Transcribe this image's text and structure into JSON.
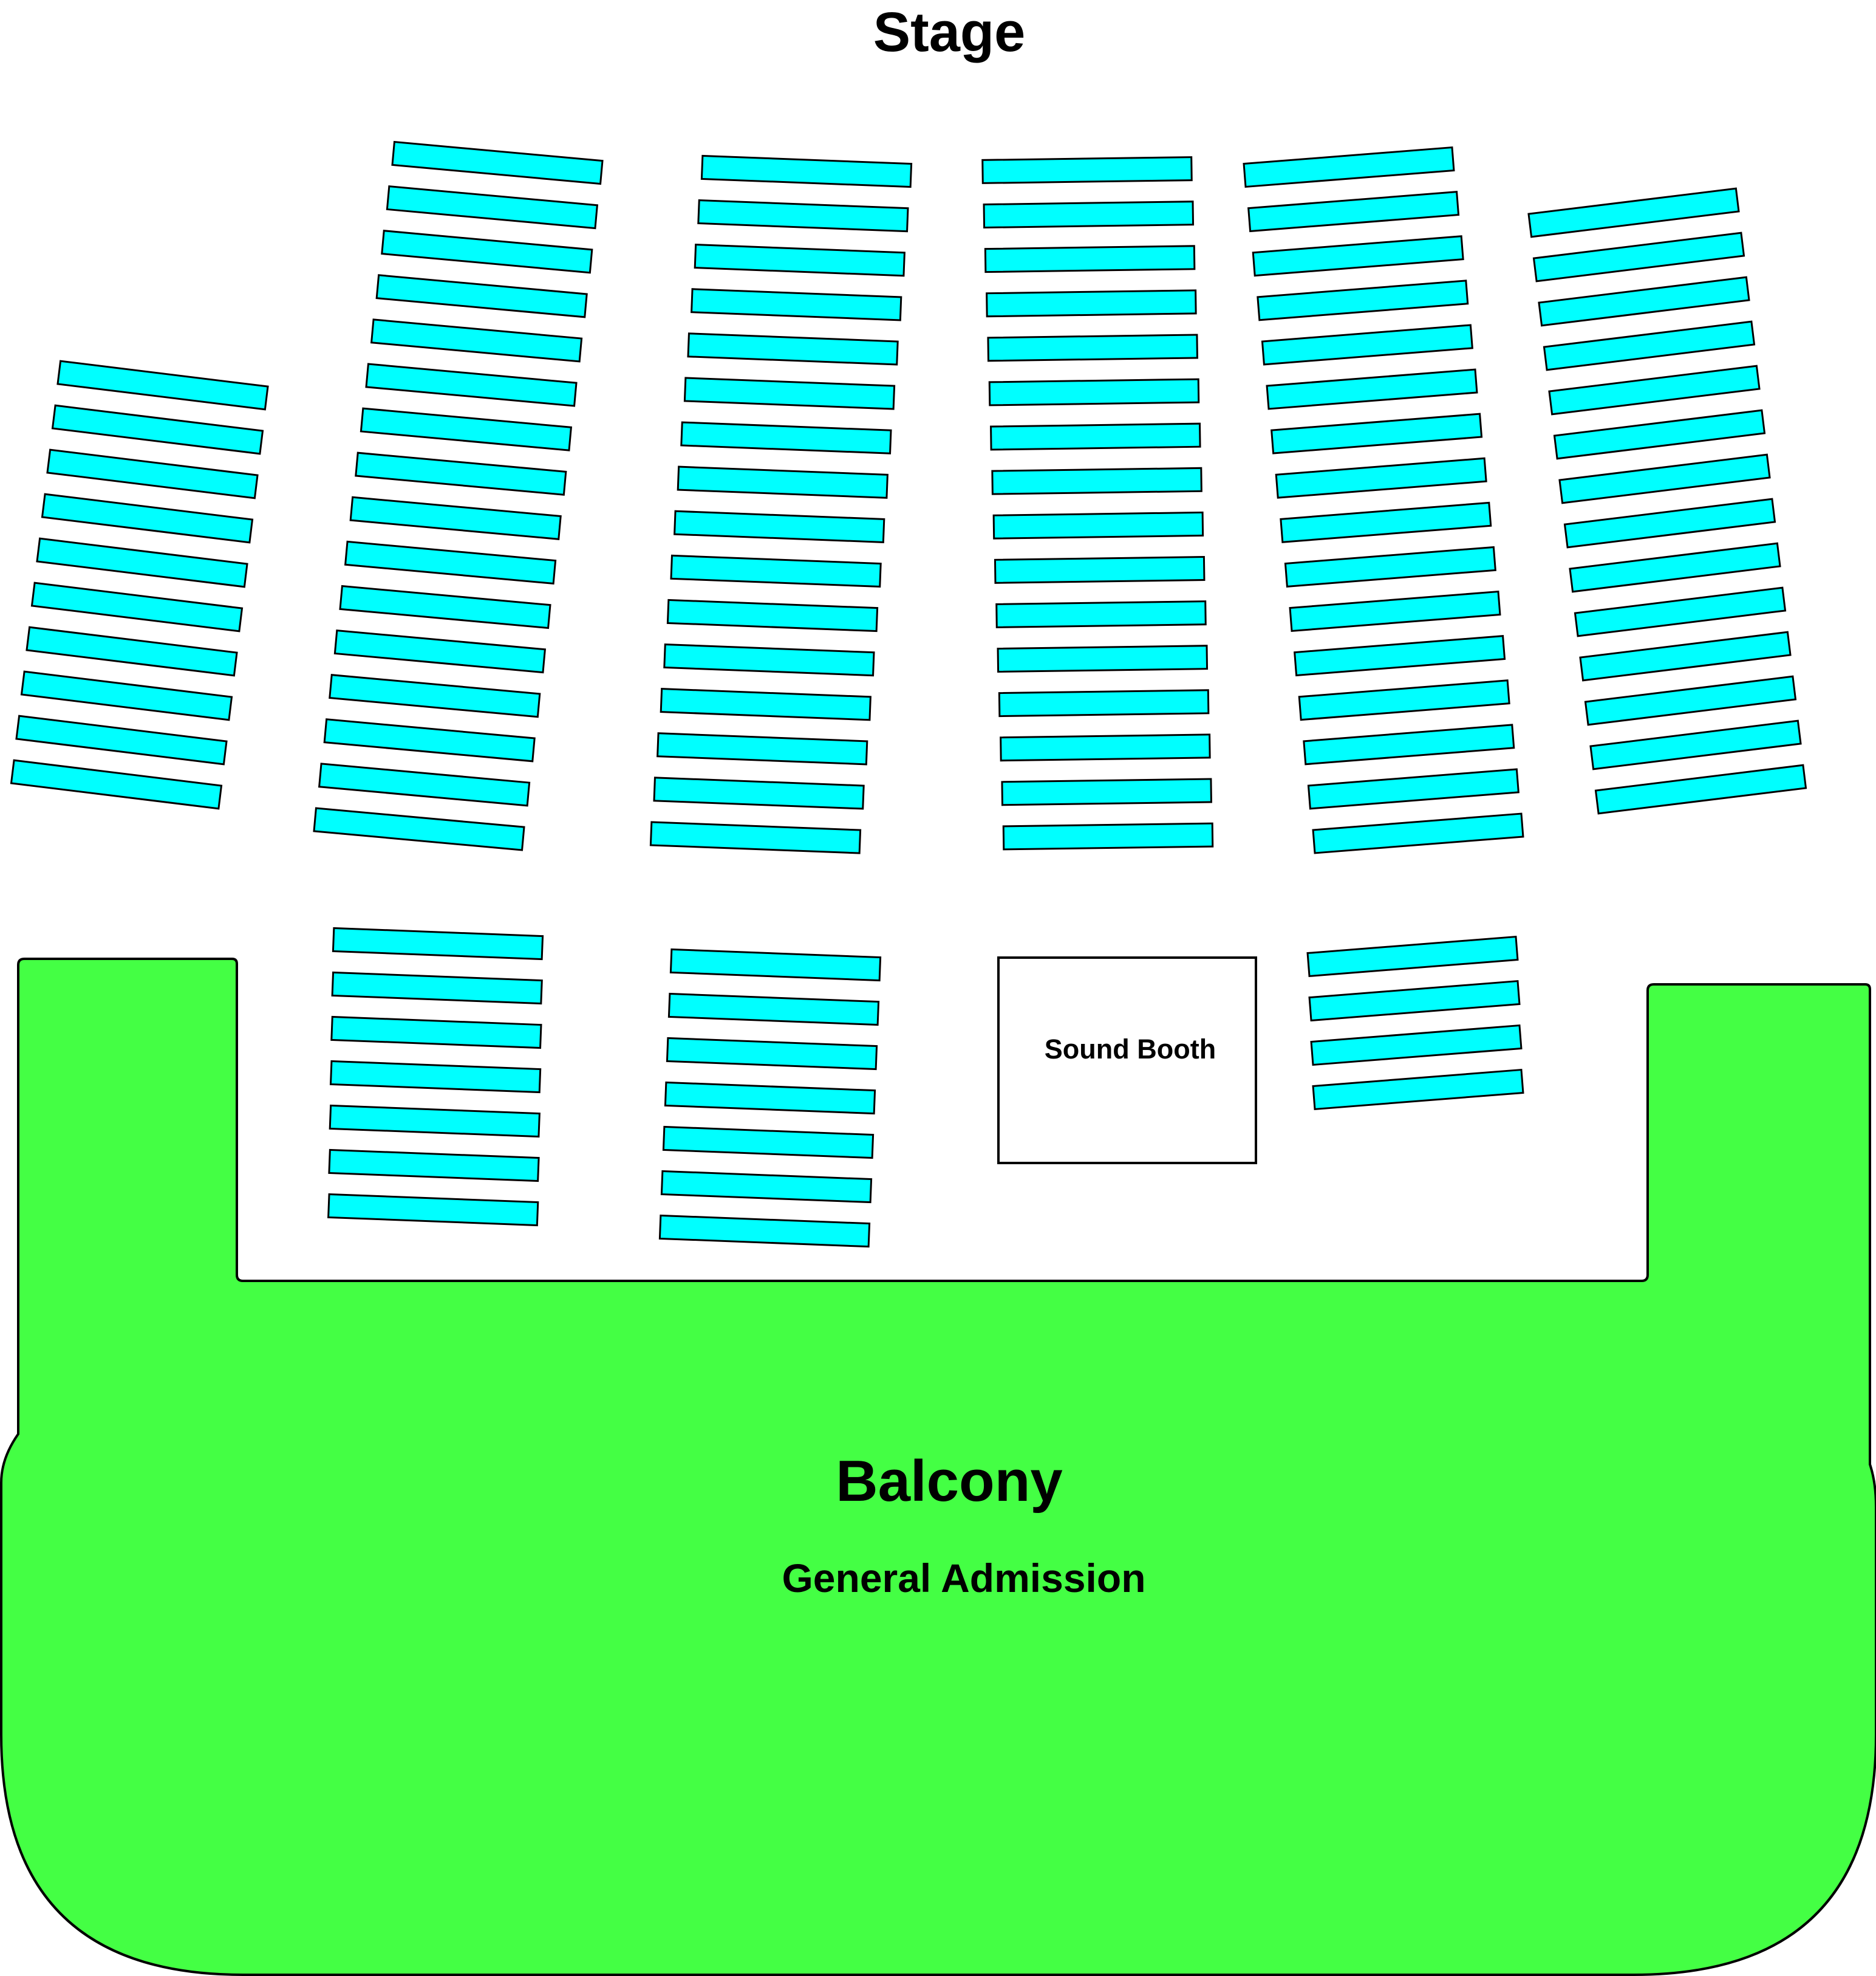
{
  "labels": {
    "stage": "Stage",
    "balcony": "Balcony",
    "general_admission": "General Admission",
    "sound_booth": "Sound Booth"
  },
  "colors": {
    "seat_row": "#00FFFF",
    "balcony": "#44FF44",
    "outline": "#000000",
    "background": "#FFFFFF"
  },
  "sections": [
    {
      "id": "front-far-left",
      "rows": 10
    },
    {
      "id": "front-left",
      "rows": 16
    },
    {
      "id": "front-center-left",
      "rows": 16
    },
    {
      "id": "front-center-right",
      "rows": 16
    },
    {
      "id": "front-right",
      "rows": 16
    },
    {
      "id": "front-far-right",
      "rows": 14
    },
    {
      "id": "rear-left",
      "rows": 7
    },
    {
      "id": "rear-center-left",
      "rows": 7
    },
    {
      "id": "rear-right",
      "rows": 4
    }
  ]
}
